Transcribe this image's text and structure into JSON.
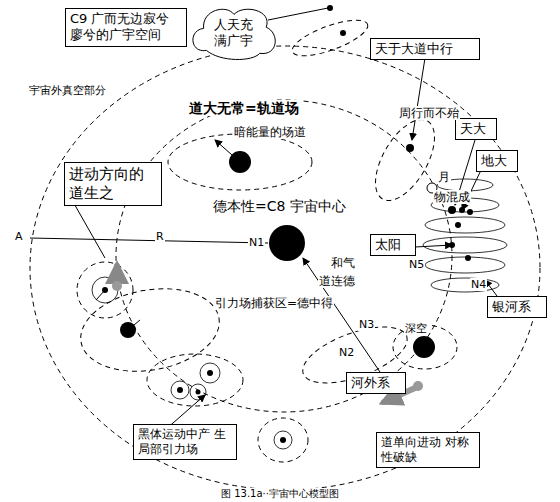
{
  "diagram": {
    "caption": "图 13.1a··宇宙中心模型图",
    "nodes": [
      {
        "text": [
          "C9 广而无边寂兮 廖兮的广宇空间"
        ]
      },
      {
        "text": [
          "人天充 满广宇"
        ]
      },
      {
        "text": [
          "天于大道中行"
        ]
      },
      {
        "text": [
          "进动方向的 道生之"
        ]
      },
      {
        "text": [
          "天大"
        ]
      },
      {
        "text": [
          "地大"
        ]
      },
      {
        "text": [
          "太阳"
        ]
      },
      {
        "text": [
          "银河系"
        ]
      },
      {
        "text": [
          "河外系"
        ]
      },
      {
        "text": [
          "黑体运动中产 生局部引力场"
        ]
      },
      {
        "text": [
          "道单向进动 对称性破缺"
        ]
      }
    ],
    "labels": [
      "宇宙外真空部分",
      "周行而不殆",
      "道大无常=轨道场",
      "暗能量的场道",
      "德本性=C8 宇宙中心",
      "和气",
      "道连德",
      "引力场捕获区=德中得",
      "深空",
      "月",
      "物混成",
      "A",
      "R",
      "N1",
      "N2",
      "N3",
      "N4",
      "N5"
    ]
  }
}
